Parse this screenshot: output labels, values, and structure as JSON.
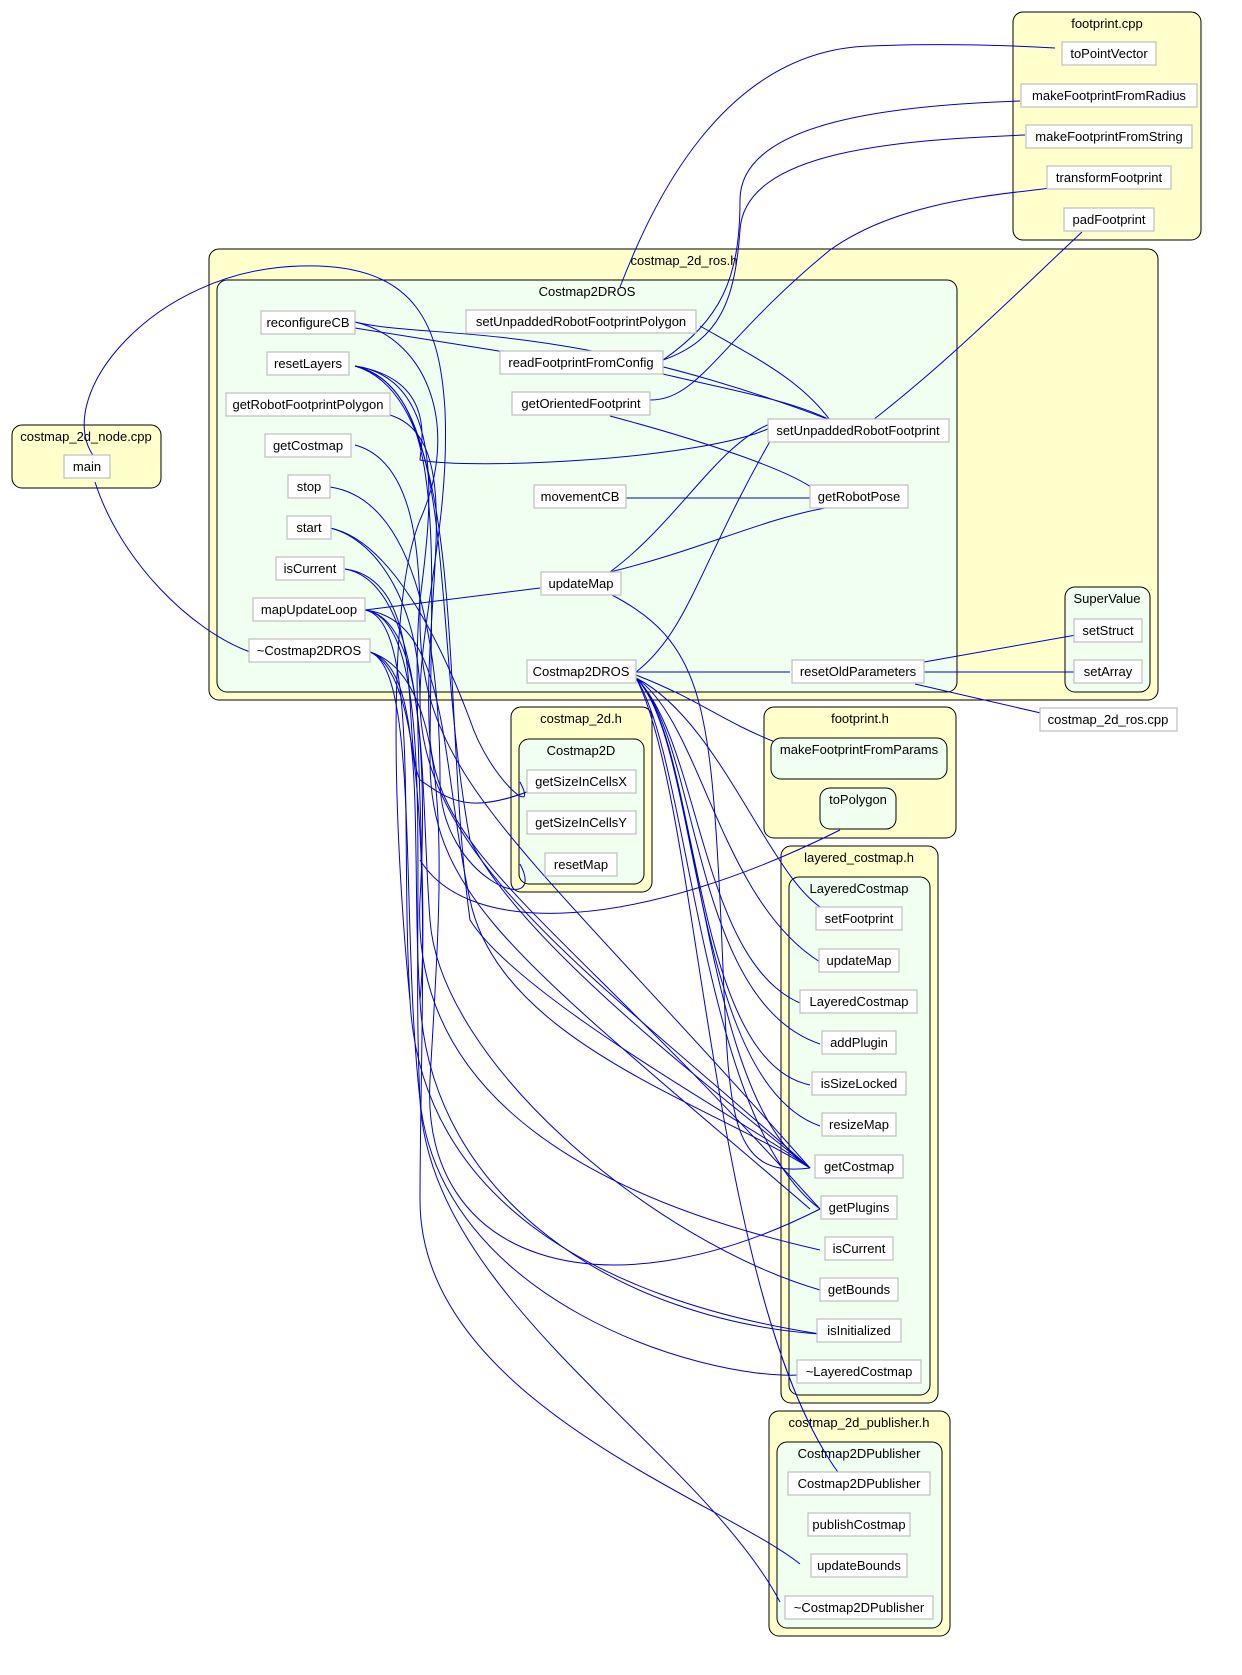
{
  "colors": {
    "file_cluster_fill": "#ffffcc",
    "class_cluster_fill": "#f0fff0",
    "node_fill": "#ffffff",
    "node_border": "#bfbfbf",
    "edge": "#0000cc"
  },
  "clusters": {
    "footprint_cpp": "footprint.cpp",
    "costmap_2d_ros_h": "costmap_2d_ros.h",
    "costmap2dros_class": "Costmap2DROS",
    "supervalue_class": "SuperValue",
    "costmap_2d_node_cpp": "costmap_2d_node.cpp",
    "costmap_2d_h": "costmap_2d.h",
    "costmap2d_class": "Costmap2D",
    "footprint_h": "footprint.h",
    "layered_costmap_h": "layered_costmap.h",
    "layeredcostmap_class": "LayeredCostmap",
    "costmap_2d_publisher_h": "costmap_2d_publisher.h",
    "costmap2dpublisher_class": "Costmap2DPublisher"
  },
  "nodes": {
    "fp_toPointVector": "toPointVector",
    "fp_makeFromRadius": "makeFootprintFromRadius",
    "fp_makeFromString": "makeFootprintFromString",
    "fp_transform": "transformFootprint",
    "fp_pad": "padFootprint",
    "ros_reconfigureCB": "reconfigureCB",
    "ros_resetLayers": "resetLayers",
    "ros_getRobotFootprintPolygon": "getRobotFootprintPolygon",
    "ros_getCostmap": "getCostmap",
    "ros_stop": "stop",
    "ros_start": "start",
    "ros_isCurrent": "isCurrent",
    "ros_mapUpdateLoop": "mapUpdateLoop",
    "ros_dtor": "~Costmap2DROS",
    "ros_setUnpaddedPolygon": "setUnpaddedRobotFootprintPolygon",
    "ros_readFootprint": "readFootprintFromConfig",
    "ros_getOriented": "getOrientedFootprint",
    "ros_setUnpadded": "setUnpaddedRobotFootprint",
    "ros_movementCB": "movementCB",
    "ros_getRobotPose": "getRobotPose",
    "ros_updateMap": "updateMap",
    "ros_ctor": "Costmap2DROS",
    "ros_resetOld": "resetOldParameters",
    "sv_setStruct": "setStruct",
    "sv_setArray": "setArray",
    "node_main": "main",
    "ros_cpp": "costmap_2d_ros.cpp",
    "c2d_getSizeX": "getSizeInCellsX",
    "c2d_getSizeY": "getSizeInCellsY",
    "c2d_resetMap": "resetMap",
    "fph_makeFromParams": "makeFootprintFromParams",
    "fph_toPolygon": "toPolygon",
    "lc_setFootprint": "setFootprint",
    "lc_updateMap": "updateMap",
    "lc_ctor": "LayeredCostmap",
    "lc_addPlugin": "addPlugin",
    "lc_isSizeLocked": "isSizeLocked",
    "lc_resizeMap": "resizeMap",
    "lc_getCostmap": "getCostmap",
    "lc_getPlugins": "getPlugins",
    "lc_isCurrent": "isCurrent",
    "lc_getBounds": "getBounds",
    "lc_isInitialized": "isInitialized",
    "lc_dtor": "~LayeredCostmap",
    "pub_ctor": "Costmap2DPublisher",
    "pub_publish": "publishCostmap",
    "pub_updateBounds": "updateBounds",
    "pub_dtor": "~Costmap2DPublisher"
  }
}
